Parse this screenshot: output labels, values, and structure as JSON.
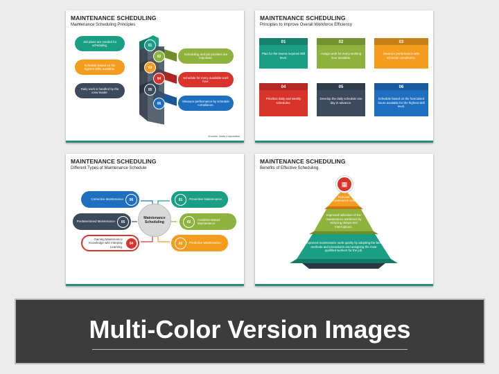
{
  "slide1": {
    "title": "MAINTENANCE SCHEDULING",
    "subtitle": "Maintenance Scheduling Principles",
    "source": "Sources: Naria Corporation",
    "items": [
      {
        "num": "01",
        "text": "Job plans are needed for scheduling.",
        "color": "#1a9e84"
      },
      {
        "num": "02",
        "text": "Scheduling and job priorities are important.",
        "color": "#8db33c"
      },
      {
        "num": "03",
        "text": "Schedule based on the highest skills available.",
        "color": "#f39c1e"
      },
      {
        "num": "04",
        "text": "Schedule for every available work hour.",
        "color": "#d9342b"
      },
      {
        "num": "05",
        "text": "Daily work is handled by the crew leader.",
        "color": "#3b4a5c"
      },
      {
        "num": "06",
        "text": "Measure performance by schedule compliance.",
        "color": "#1f6fc1"
      }
    ]
  },
  "slide2": {
    "title": "MAINTENANCE SCHEDULING",
    "subtitle": "Principles to Improve Overall Workforce Efficiency",
    "cards": [
      {
        "num": "01",
        "text": "Plan for the lowest required skill level.",
        "color": "#1a9e84"
      },
      {
        "num": "02",
        "text": "Assign work for every working hour available.",
        "color": "#8db33c"
      },
      {
        "num": "03",
        "text": "Measure performance with schedule compliance.",
        "color": "#f39c1e"
      },
      {
        "num": "04",
        "text": "Prioritize daily and weekly schedules.",
        "color": "#d9342b"
      },
      {
        "num": "05",
        "text": "Develop the daily schedule one day in advance.",
        "color": "#3b4a5c"
      },
      {
        "num": "06",
        "text": "Schedule based on the forecasted hours available for the highest skill level.",
        "color": "#1f6fc1"
      }
    ]
  },
  "slide3": {
    "title": "MAINTENANCE SCHEDULING",
    "subtitle": "Different Types of Maintenance Schedule",
    "center": "Maintenance Scheduling",
    "items": [
      {
        "num": "06",
        "text": "Corrective Maintenance.",
        "color": "#1f6fc1"
      },
      {
        "num": "05",
        "text": "Predetermined Maintenance.",
        "color": "#3b4a5c"
      },
      {
        "num": "04",
        "text": "Gaining Maintenance Knowledge with Interplay Learning.",
        "color": "#d9342b"
      },
      {
        "num": "01",
        "text": "Preventive Maintenance.",
        "color": "#1a9e84"
      },
      {
        "num": "02",
        "text": "Condition-Based Maintenance.",
        "color": "#8db33c"
      },
      {
        "num": "03",
        "text": "Predictive Maintenance.",
        "color": "#f39c1e"
      }
    ]
  },
  "slide4": {
    "title": "MAINTENANCE SCHEDULING",
    "subtitle": "Benefits of Effective Scheduling",
    "levels": [
      {
        "text": "Reduced maintenance cost.",
        "color": "#f39c1e"
      },
      {
        "text": "Improved utilization of the maintenance workforce by reducing delays and interruptions.",
        "color": "#8db33c"
      },
      {
        "text": "Improved maintenance work quality by adopting the best methods and procedures and assigning the most qualified workers for the job.",
        "color": "#1a9e84"
      }
    ],
    "icon_color": "#d9342b"
  },
  "banner": {
    "title": "Multi-Color Version Images"
  }
}
